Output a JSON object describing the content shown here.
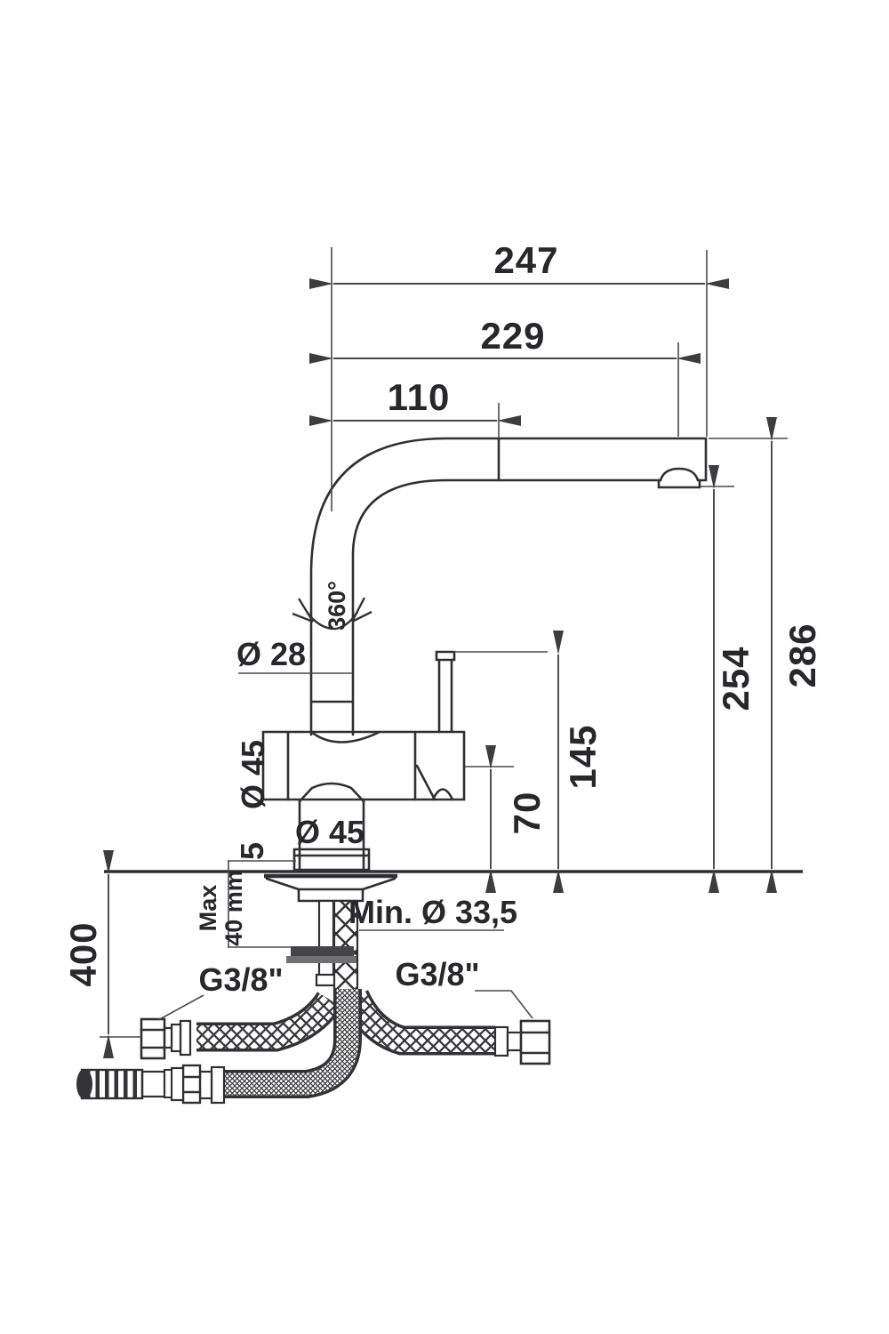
{
  "drawing": {
    "kind": "faucet-installation-diagram",
    "colors": {
      "line": "#303032",
      "dim_line": "#47474a",
      "text": "#28282a",
      "background": "#ffffff"
    },
    "labels": {
      "reach_total": "247",
      "reach_to_aerator": "229",
      "reach_to_head": "110",
      "height_total": "286",
      "height_to_outlet": "254",
      "height_lever_top": "145",
      "height_handle": "70",
      "swivel_angle": "360°",
      "pipe_diameter": "Ø 28",
      "body_diameter": "Ø 45",
      "base_diameter": "Ø 45",
      "trim_ring_height": "5",
      "counter_thickness_line1": "Max",
      "counter_thickness_line2": "40 mm",
      "hole_diameter": "Min. Ø 33,5",
      "hose_drop": "400",
      "connection_left": "G3/8\"",
      "connection_right": "G3/8\""
    }
  }
}
